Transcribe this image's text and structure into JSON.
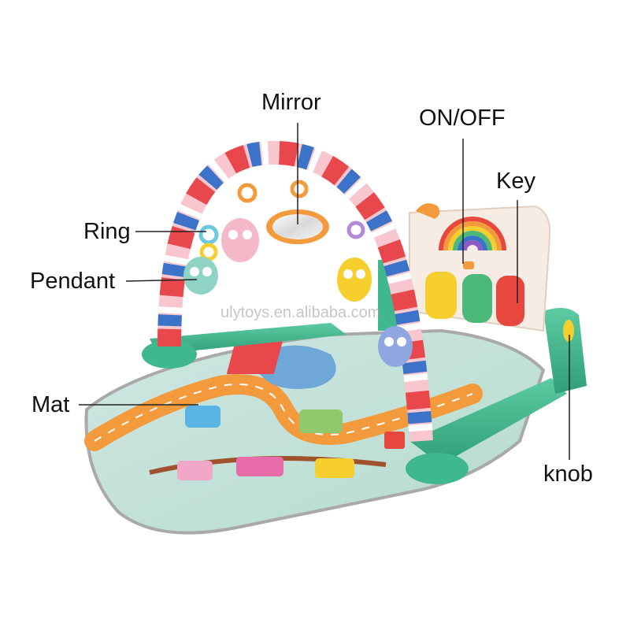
{
  "labels": {
    "mirror": "Mirror",
    "on_off": "ON/OFF",
    "key": "Key",
    "ring": "Ring",
    "pendant": "Pendant",
    "mat": "Mat",
    "knob": "knob"
  },
  "watermark": "ulytoys.en.alibaba.com",
  "colors": {
    "leader_line": "#222222",
    "frame_green": "#3fb88e",
    "mat_blue": "#b9d8df",
    "mat_orange": "#f39a3c",
    "key_yellow": "#f6cf2e",
    "key_green": "#4cb97a",
    "key_red": "#e8473e",
    "arch_red": "#e8474c",
    "arch_blue": "#3b73c8",
    "arch_pink": "#f7c6cf"
  }
}
